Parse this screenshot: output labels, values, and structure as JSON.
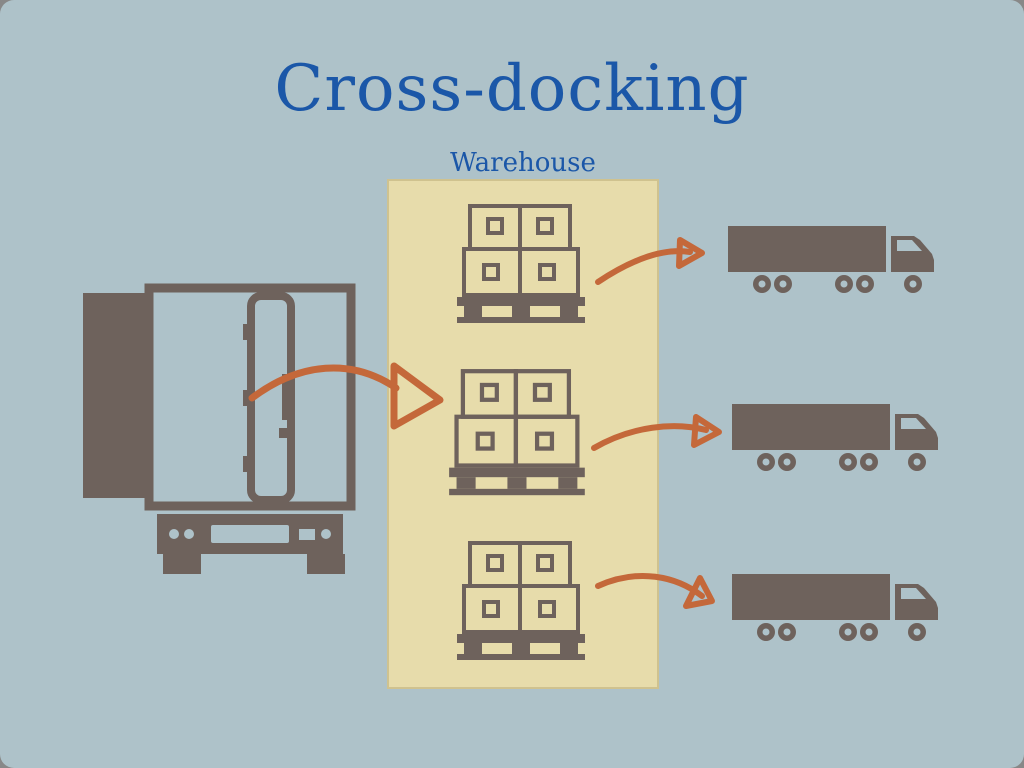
{
  "title": "Cross-docking",
  "warehouse": {
    "label": "Warehouse"
  },
  "colors": {
    "background": "#aec2c9",
    "title_text": "#1b57a8",
    "warehouse_fill": "#e7dcab",
    "warehouse_border": "#cfc28f",
    "icon_gray": "#6e625c",
    "arrow_orange": "#c4683a"
  },
  "icons": {
    "inbound_truck": "rear-open-truck-icon",
    "pallets": [
      "pallet-icon",
      "pallet-icon",
      "pallet-icon"
    ],
    "outbound_trucks": [
      "truck-side-icon",
      "truck-side-icon",
      "truck-side-icon"
    ],
    "arrows": [
      "inbound-arrow",
      "outbound-arrow-top",
      "outbound-arrow-middle",
      "outbound-arrow-bottom"
    ]
  }
}
